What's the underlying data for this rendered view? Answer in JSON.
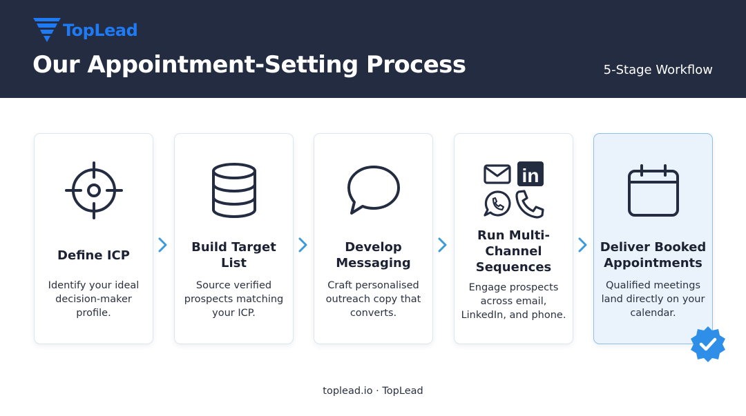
{
  "brand": {
    "name": "TopLead",
    "color": "#1f7af5"
  },
  "header": {
    "title": "Our Appointment-Setting Process",
    "subtitle": "5-Stage Workflow",
    "bg": "#232c40"
  },
  "steps": [
    {
      "title": "Define ICP",
      "desc": "Identify your ideal decision-maker profile.",
      "icon": "crosshair-icon"
    },
    {
      "title": "Build Target List",
      "desc": "Source verified prospects matching your ICP.",
      "icon": "database-icon"
    },
    {
      "title": "Develop Messaging",
      "desc": "Craft personalised outreach copy that converts.",
      "icon": "chat-bubble-icon"
    },
    {
      "title": "Run Multi-Channel Sequences",
      "desc": "Engage prospects across email, LinkedIn, and phone.",
      "icons": [
        "email-icon",
        "linkedin-icon",
        "whatsapp-icon",
        "phone-icon"
      ],
      "linkedin_text": "in"
    },
    {
      "title": "Deliver Booked Appointments",
      "desc": "Qualified meetings land directly on your calendar.",
      "icon": "calendar-icon",
      "highlighted": true,
      "badge": "verified-check-badge-icon"
    }
  ],
  "connector_icon": "chevron-right-icon",
  "footer": {
    "text": "toplead.io · TopLead"
  },
  "colors": {
    "accent": "#1f7af5",
    "highlight_bg": "#eaf3fc",
    "highlight_border": "#8cc0e8",
    "chevron": "#3d9ad8",
    "badge": "#2f8fe8"
  }
}
